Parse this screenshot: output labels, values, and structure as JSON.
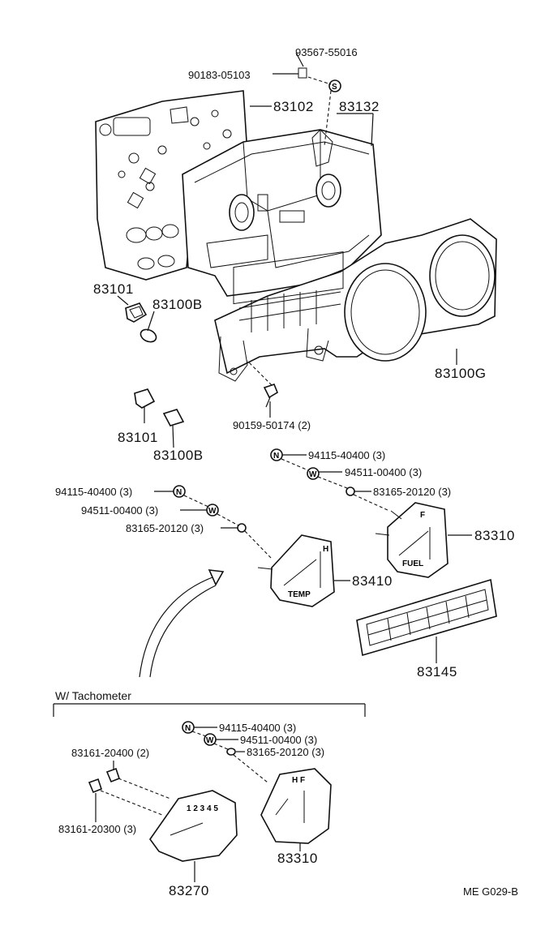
{
  "labels": {
    "screw_top_pn": "93567-55016",
    "clip_pn": "90183-05103",
    "circuit_plate_pn": "83102",
    "housing_pn": "83132",
    "socket_pn_1": "83101",
    "bulb_pn_1": "83100B",
    "case_pn": "83100G",
    "screw_mid_pn": "90159-50174 (2)",
    "socket_pn_2": "83101",
    "bulb_pn_2": "83100B",
    "fuel_nut_pn": "94115-40400 (3)",
    "fuel_washer_pn": "94511-00400 (3)",
    "fuel_insulator_pn": "83165-20120 (3)",
    "fuel_gauge_pn": "83310",
    "temp_nut_pn": "94115-40400 (3)",
    "temp_washer_pn": "94511-00400 (3)",
    "temp_insulator_pn": "83165-20120 (3)",
    "temp_gauge_pn": "83410",
    "grille_pn": "83145",
    "section_title": "W/ Tachometer",
    "tacho_nut_pn": "94115-40400 (3)",
    "tacho_washer_pn": "94511-00400 (3)",
    "tacho_insulator_pn": "83165-20120 (3)",
    "tacho_screw_a_pn": "83161-20400 (2)",
    "tacho_screw_b_pn": "83161-20300 (3)",
    "tacho_gauge_pn": "83270",
    "tacho_combo_gauge_pn": "83310",
    "drawing_code": "ME  G029-B"
  },
  "symbols": {
    "screw": "S",
    "nut": "N",
    "washer": "W"
  }
}
